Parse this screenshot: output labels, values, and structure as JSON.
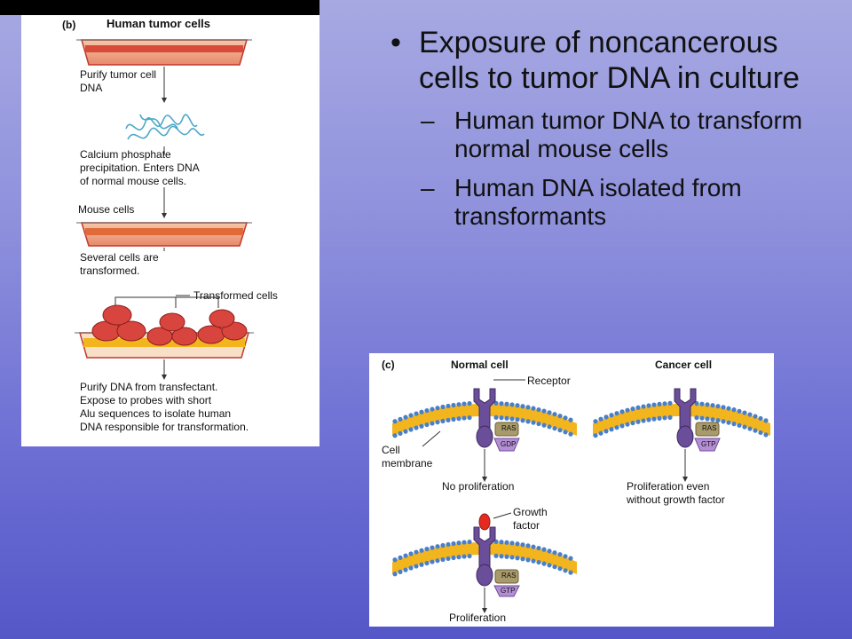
{
  "panel_b": {
    "label": "(b)",
    "title": "Human tumor cells",
    "step1": [
      "Purify tumor cell",
      "DNA"
    ],
    "step2": [
      "Calcium phosphate",
      "precipitation. Enters DNA",
      "of normal mouse cells."
    ],
    "mouse_cells": "Mouse cells",
    "step3": [
      "Several cells are",
      "transformed."
    ],
    "transformed_cells": "Transformed cells",
    "step4": [
      "Purify DNA from transfectant.",
      "Expose to probes with short",
      "Alu sequences to isolate human",
      "DNA responsible for transformation."
    ]
  },
  "bullets": {
    "main": "Exposure of noncancerous cells to tumor DNA in culture",
    "subs": [
      "Human tumor DNA to transform normal mouse cells",
      "Human DNA isolated from transformants"
    ],
    "main_mark": "•",
    "sub_mark": "–"
  },
  "panel_c": {
    "label": "(c)",
    "normal_cell": "Normal cell",
    "cancer_cell": "Cancer cell",
    "receptor": "Receptor",
    "cell_membrane": [
      "Cell",
      "membrane"
    ],
    "ras": "RAS",
    "gdp": "GDP",
    "gtp": "GTP",
    "no_proliferation": "No proliferation",
    "proliferation_even": [
      "Proliferation even",
      "without growth factor"
    ],
    "growth_factor": [
      "Growth",
      "factor"
    ],
    "proliferation": "Proliferation"
  },
  "colors": {
    "background_top": "#a7a9e3",
    "background_bottom": "#5557c8",
    "membrane_yellow": "#f2b51d",
    "membrane_blue": "#4a7fc7",
    "receptor_purple": "#6b4e9a",
    "ras_tan": "#a89a6a",
    "cell_red": "#d8453f",
    "growth_factor_red": "#e52a20"
  }
}
